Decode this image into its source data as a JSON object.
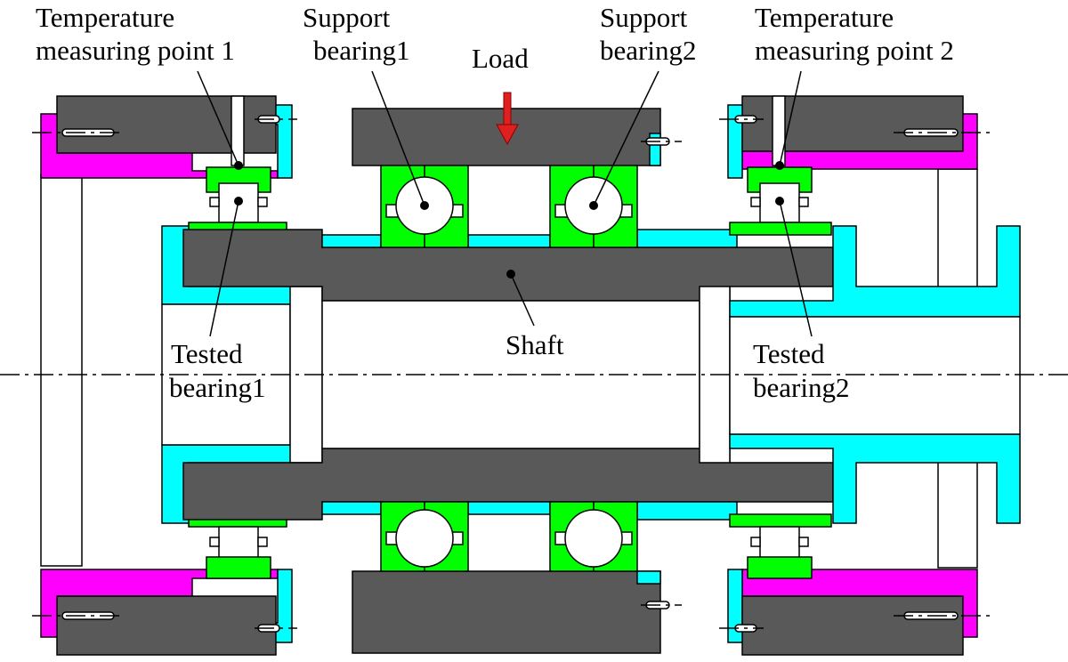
{
  "labels": {
    "temp_point_1": [
      "Temperature",
      "measuring point 1"
    ],
    "support_bearing_1": [
      "Support",
      "bearing1"
    ],
    "load": "Load",
    "support_bearing_2": [
      "Support",
      "bearing2"
    ],
    "temp_point_2": [
      "Temperature",
      "measuring point 2"
    ],
    "shaft": "Shaft",
    "tested_bearing_1": [
      "Tested",
      "bearing1"
    ],
    "tested_bearing_2": [
      "Tested",
      "bearing2"
    ]
  },
  "colors": {
    "housing": "#595959",
    "sleeve": "#00ffff",
    "flange": "#ff00ff",
    "bearing_ring": "#00ff00",
    "load_arrow": "#e02020"
  }
}
